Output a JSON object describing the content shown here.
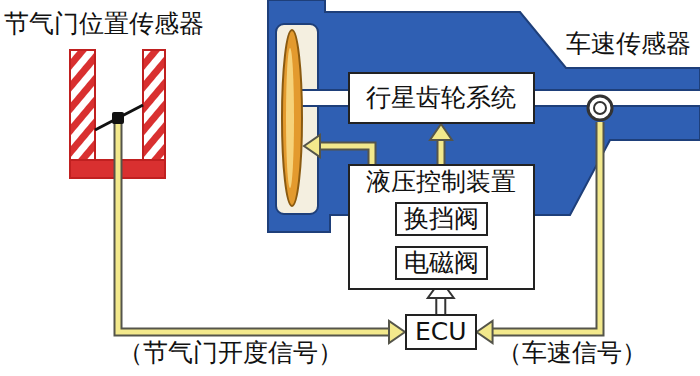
{
  "diagram": {
    "nodes": [
      {
        "text": [
          "节气门位置传感器"
        ]
      },
      {
        "text": [
          "车速传感器"
        ]
      },
      {
        "text": [
          "行星齿轮系统"
        ]
      },
      {
        "text": [
          "液压控制装置"
        ]
      },
      {
        "text": [
          "换挡阀"
        ],
        "in": 3
      },
      {
        "text": [
          "电磁阀"
        ],
        "in": 3
      },
      {
        "text": [
          "ECU"
        ]
      }
    ],
    "edges": [
      {
        "from": 0,
        "to": 6,
        "arrow": "to",
        "label": "（节气门开度信号）"
      },
      {
        "from": 1,
        "to": 6,
        "arrow": "to",
        "label": "（车速信号）"
      },
      {
        "from": 6,
        "to": 5,
        "arrow": "to"
      },
      {
        "from": 5,
        "to": 4,
        "arrow": "to"
      },
      {
        "from": 3,
        "to": 2,
        "arrow": "to"
      }
    ]
  }
}
